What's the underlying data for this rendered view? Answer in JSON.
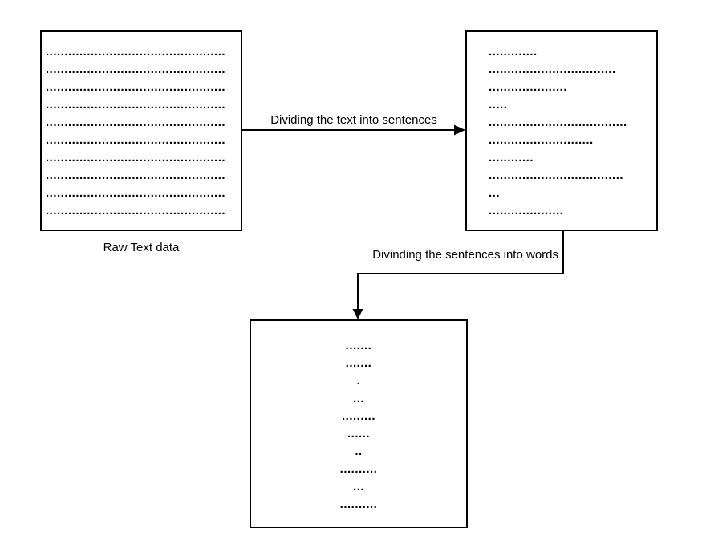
{
  "labels": {
    "raw_text_caption": "Raw Text data",
    "arrow_sentences": "Dividing the text into sentences",
    "arrow_words": "Divinding the sentences into words"
  },
  "boxes": {
    "raw_text": {
      "lines": [
        "................................................",
        "................................................",
        "................................................",
        "................................................",
        "................................................",
        "................................................",
        "................................................",
        "................................................",
        "................................................",
        "................................................"
      ]
    },
    "sentences": {
      "lines": [
        ".............",
        "..................................",
        ".....................",
        ".....",
        ".....................................",
        "............................",
        "............",
        "....................................",
        "...",
        "...................."
      ]
    },
    "words": {
      "lines": [
        ".......",
        ".......",
        ".",
        "...",
        ".........",
        "......",
        "..",
        "..........",
        "...",
        ".........."
      ]
    }
  },
  "colors": {
    "background": "#ffffff",
    "line": "#000000",
    "text": "#000000"
  }
}
